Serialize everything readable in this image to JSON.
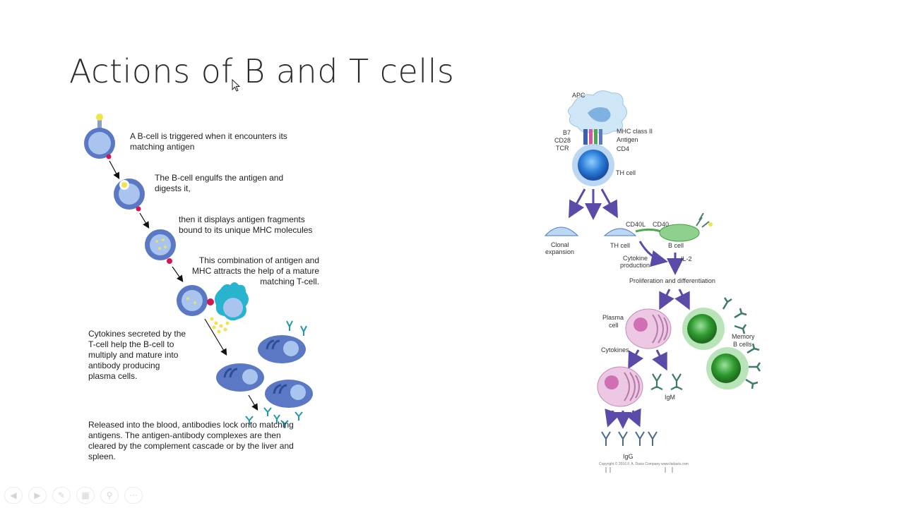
{
  "slide": {
    "title": "Actions of B and T cells"
  },
  "left_figure": {
    "step1": "A B-cell is triggered when it encounters its matching antigen",
    "step2": "The B-cell engulfs the antigen and digests it,",
    "step3": "then it displays antigen fragments bound to its unique MHC molecules",
    "step4": "This combination of antigen and MHC attracts the help of a mature matching T-cell.",
    "step5": "Cytokines secreted by the T-cell help the B-cell to multiply and mature into antibody producing plasma cells.",
    "step6": "Released into the blood, antibodies lock onto matching antigens. The antigen-antibody complexes are then cleared by the complement cascade or by the liver and spleen."
  },
  "right_figure": {
    "apc": "APC",
    "b7": "B7",
    "cd28": "CD28",
    "tcr": "TCR",
    "mhc2": "MHC class II",
    "antigen": "Antigen",
    "cd4": "CD4",
    "th_cell": "TH cell",
    "clonal1": "Clonal",
    "clonal2": "expansion",
    "cd40l": "CD40L",
    "cd40": "CD40",
    "th_cell2": "TH cell",
    "b_cell": "B cell",
    "cyto1": "Cytokine",
    "cyto2": "production",
    "il2": "IL-2",
    "prolif": "Proliferation and differentiation",
    "plasma1": "Plasma",
    "plasma2": "cell",
    "memory1": "Memory",
    "memory2": "B cells",
    "cytokines": "Cytokines",
    "igm": "IgM",
    "igg": "IgG",
    "copyright": "Copyright © 2016 F. A. Davis Company www.fadavis.com"
  },
  "colors": {
    "b_cell_blue": "#6f8fd3",
    "t_cell_cyan": "#28b4cf",
    "arrow_purple": "#5b4aa8",
    "plasma_pink": "#d59bc6",
    "memory_green": "#3ba33b"
  },
  "toolbar": {
    "prev_icon": "previous-slide-icon",
    "next_icon": "next-slide-icon",
    "pen_icon": "pen-icon",
    "slides_icon": "slides-grid-icon",
    "zoom_icon": "zoom-icon",
    "more_icon": "more-options-icon"
  }
}
